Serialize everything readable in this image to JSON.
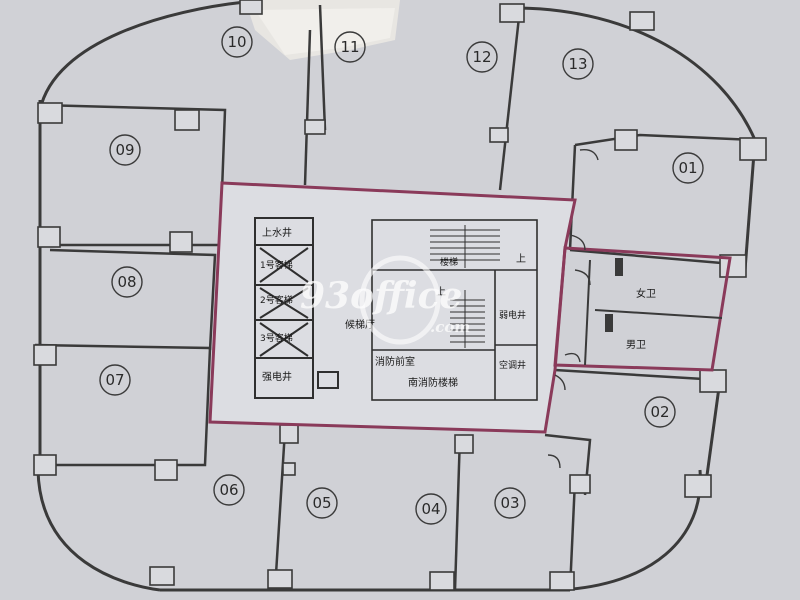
{
  "units": [
    {
      "id": "u10",
      "label": "10"
    },
    {
      "id": "u11",
      "label": "11"
    },
    {
      "id": "u12",
      "label": "12"
    },
    {
      "id": "u13",
      "label": "13"
    },
    {
      "id": "u09",
      "label": "09"
    },
    {
      "id": "u01",
      "label": "01"
    },
    {
      "id": "u08",
      "label": "08"
    },
    {
      "id": "u07",
      "label": "07"
    },
    {
      "id": "u02",
      "label": "02"
    },
    {
      "id": "u06",
      "label": "06"
    },
    {
      "id": "u05",
      "label": "05"
    },
    {
      "id": "u04",
      "label": "04"
    },
    {
      "id": "u03",
      "label": "03"
    }
  ],
  "core_labels": {
    "water_shaft": "上水井",
    "elevator_1": "1号客梯",
    "elevator_2": "2号客梯",
    "elevator_3": "3号客梯",
    "power_shaft": "强电井",
    "lobby": "候梯厅",
    "fire_front_room": "消防前室",
    "south_fire_stair": "南消防楼梯",
    "weak_power_shaft": "弱电井",
    "ac_shaft": "空调井",
    "up_1": "上",
    "up_2": "上",
    "stair_label": "楼梯",
    "womens_restroom": "女卫",
    "mens_restroom": "男卫"
  },
  "watermark": {
    "main": "93office",
    "sub": ".com"
  },
  "colors": {
    "core_outline": "#8a3a5a",
    "wall": "#3a3a3a",
    "paper": "#dadbe0"
  }
}
